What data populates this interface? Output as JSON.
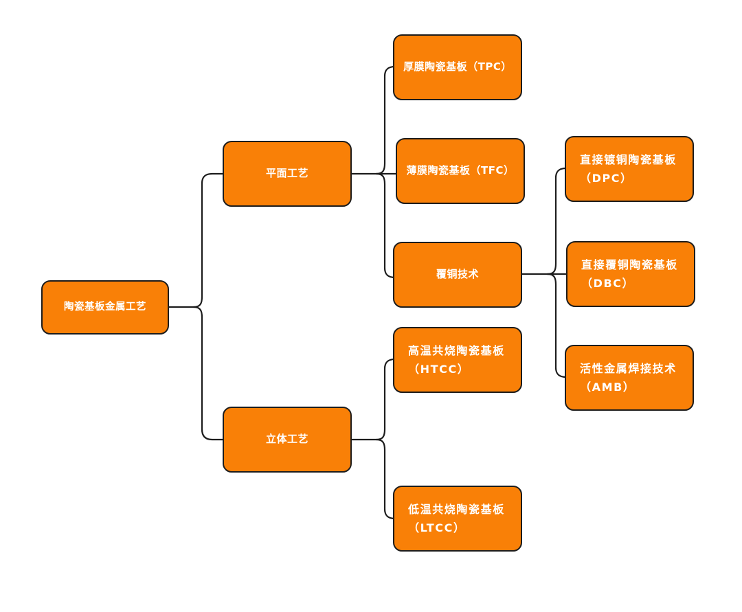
{
  "diagram": {
    "type": "tree",
    "orientation": "left-to-right",
    "title": "陶瓷基板金属工艺",
    "colors": {
      "node_fill": "#f98007",
      "node_border": "#1c1c1c",
      "node_text": "#ffffff",
      "connector": "#1c1c1c",
      "background": "#ffffff"
    },
    "nodes": {
      "root": {
        "label": "陶瓷基板金属工艺"
      },
      "planar": {
        "label": "平面工艺"
      },
      "stereo": {
        "label": "立体工艺"
      },
      "tpc": {
        "label": "厚膜陶瓷基板（TPC）"
      },
      "tfc": {
        "label": "薄膜陶瓷基板（TFC）"
      },
      "copper": {
        "label": "覆铜技术"
      },
      "dpc": {
        "label": "直接镀铜陶瓷基板\n（DPC）"
      },
      "dbc": {
        "label": "直接覆铜陶瓷基板\n（DBC）"
      },
      "amb": {
        "label": "活性金属焊接技术\n（AMB）"
      },
      "htcc": {
        "label": "高温共烧陶瓷基板\n（HTCC）"
      },
      "ltcc": {
        "label": "低温共烧陶瓷基板\n（LTCC）"
      }
    },
    "edges": [
      {
        "from": "root",
        "to": "planar"
      },
      {
        "from": "root",
        "to": "stereo"
      },
      {
        "from": "planar",
        "to": "tpc"
      },
      {
        "from": "planar",
        "to": "tfc"
      },
      {
        "from": "planar",
        "to": "copper"
      },
      {
        "from": "copper",
        "to": "dpc"
      },
      {
        "from": "copper",
        "to": "dbc"
      },
      {
        "from": "copper",
        "to": "amb"
      },
      {
        "from": "stereo",
        "to": "htcc"
      },
      {
        "from": "stereo",
        "to": "ltcc"
      }
    ]
  }
}
